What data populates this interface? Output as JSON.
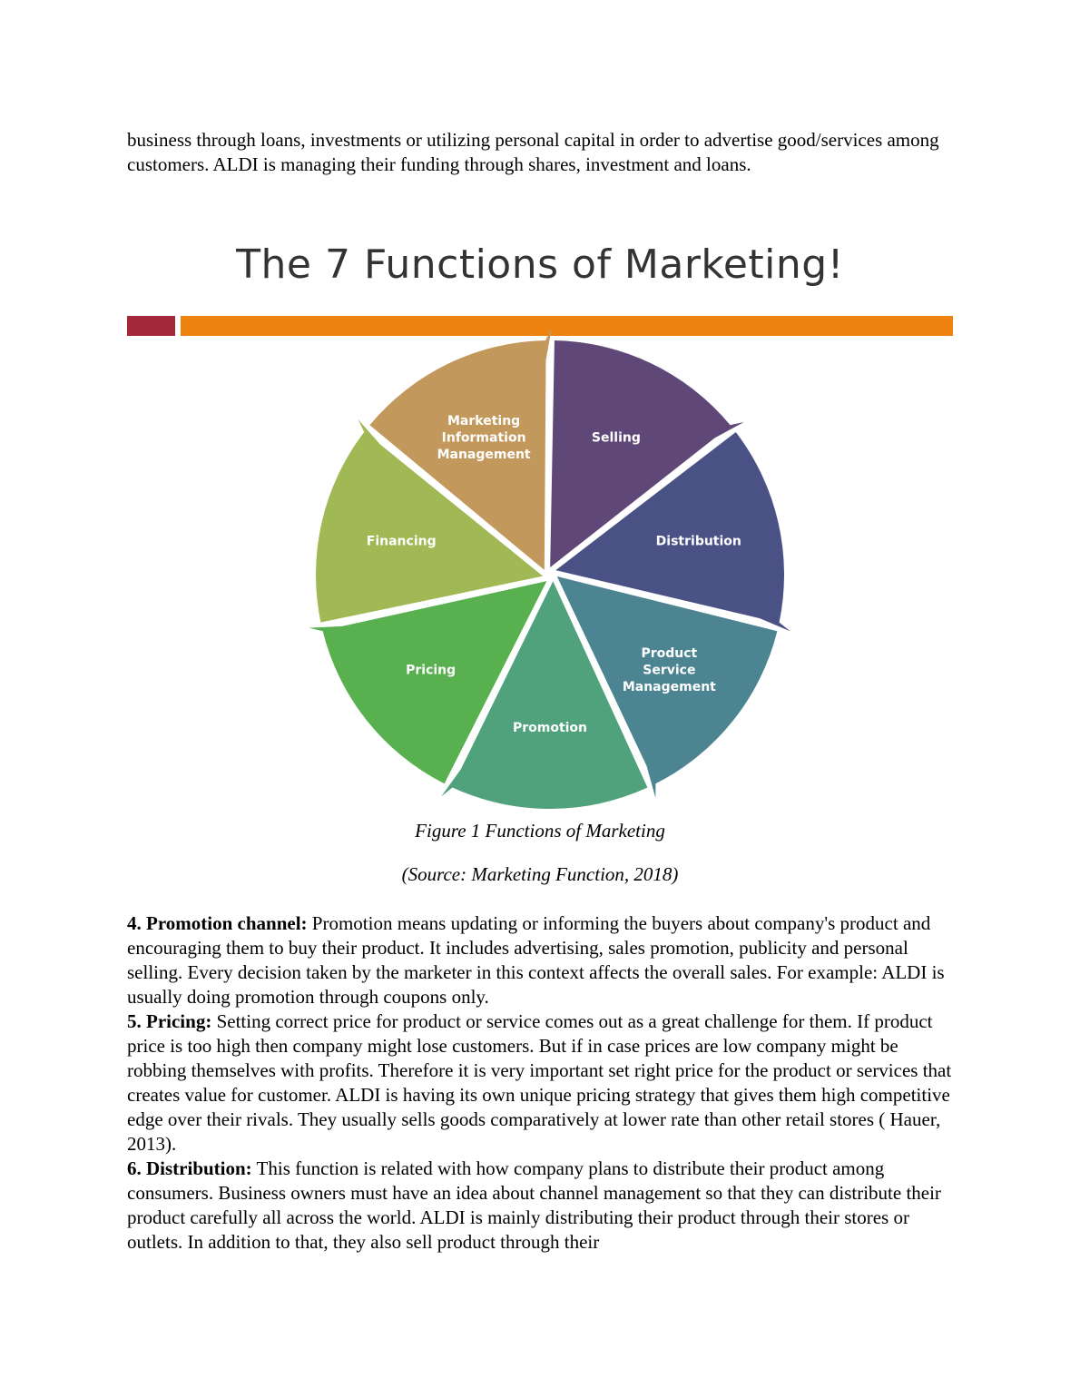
{
  "intro_paragraph": "business through loans, investments or utilizing personal capital in order to advertise good/services among customers. ALDI is managing their funding through shares, investment and loans.",
  "figure": {
    "title": "The 7 Functions of Marketing!",
    "accent_colors": {
      "red": "#a3283a",
      "orange": "#ee820f"
    },
    "slices": [
      {
        "label": [
          "Selling"
        ],
        "color": "#5f4878"
      },
      {
        "label": [
          "Distribution"
        ],
        "color": "#4a5285"
      },
      {
        "label": [
          "Product",
          "Service",
          "Management"
        ],
        "color": "#4c8491"
      },
      {
        "label": [
          "Promotion"
        ],
        "color": "#4fa27c"
      },
      {
        "label": [
          "Pricing"
        ],
        "color": "#58b04f"
      },
      {
        "label": [
          "Financing"
        ],
        "color": "#a1b955"
      },
      {
        "label": [
          "Marketing",
          "Information",
          "Management"
        ],
        "color": "#c2985c"
      }
    ],
    "caption": "Figure 1 Functions of Marketing",
    "source": "(Source: Marketing Function, 2018)"
  },
  "sections": [
    {
      "heading": "4. Promotion channel:",
      "text": " Promotion means updating or informing the buyers about company's product and encouraging them to buy their product. It includes advertising, sales promotion, publicity and personal selling.  Every decision taken by the marketer in this context affects the overall sales. For example: ALDI is usually doing promotion through coupons only."
    },
    {
      "heading": "5. Pricing:",
      "text": " Setting correct price for product or service comes out as a great challenge for them. If product price is too high then company might lose customers. But if in case prices are low company might be robbing themselves with profits. Therefore it is very important set right price for the product or services that creates value for customer. ALDI is having its own unique pricing strategy that gives them high competitive edge over their rivals. They usually sells goods comparatively at lower rate than other retail stores ( Hauer, 2013)."
    },
    {
      "heading": "6. Distribution:",
      "text": " This function is related with how company plans to distribute their product among consumers. Business owners must have an idea about channel management so that they can distribute their product carefully all across the world. ALDI is mainly distributing their product through their stores or outlets. In addition to that, they also sell product through their"
    }
  ]
}
